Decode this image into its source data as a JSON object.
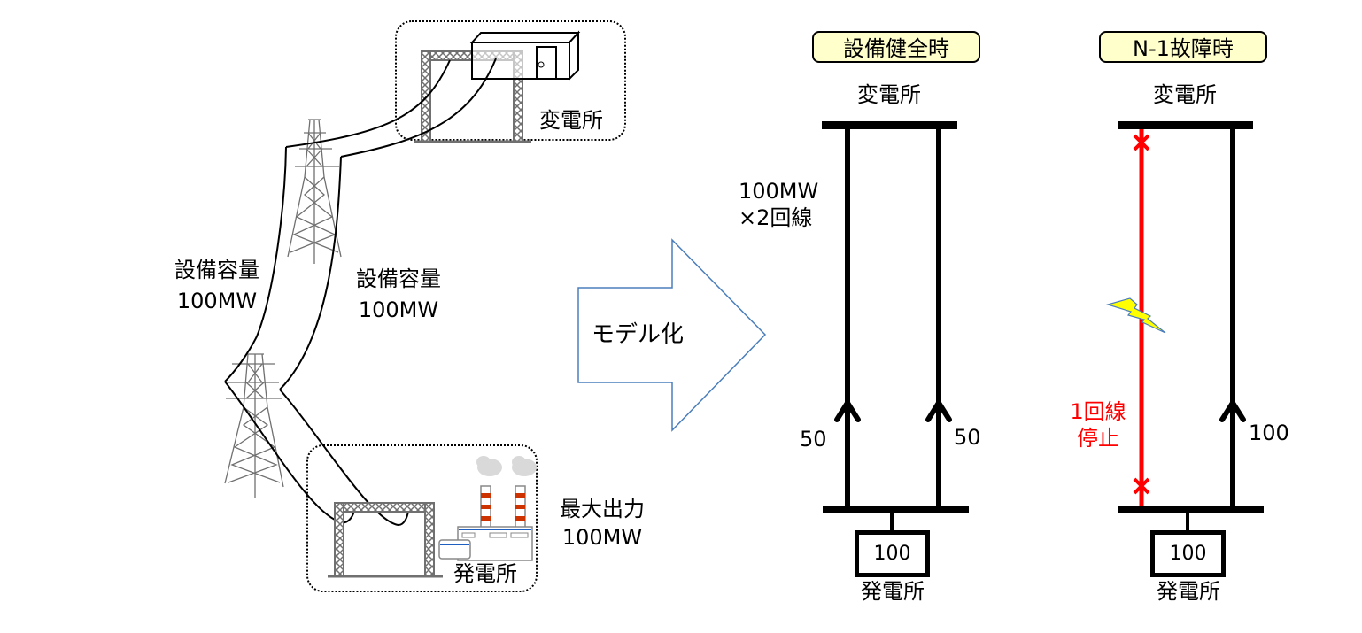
{
  "left_scene": {
    "substation_label": "変電所",
    "power_plant_label": "発電所",
    "line_a_label": [
      "設備容量",
      "100MW"
    ],
    "line_b_label": [
      "設備容量",
      "100MW"
    ],
    "plant_output_label": [
      "最大出力",
      "100MW"
    ]
  },
  "arrow": {
    "label": "モデル化",
    "color": "#4a7ebb"
  },
  "panels": [
    {
      "title": "設備健全時",
      "top_node": "変電所",
      "bottom_node": "発電所",
      "generator_value": "100",
      "capacity_label": [
        "100MW",
        "×2回線"
      ],
      "lines": [
        {
          "status": "in-service",
          "flow": "50",
          "color": "#000000"
        },
        {
          "status": "in-service",
          "flow": "50",
          "color": "#000000"
        }
      ]
    },
    {
      "title": "N-1故障時",
      "top_node": "変電所",
      "bottom_node": "発電所",
      "generator_value": "100",
      "outage_label": [
        "1回線",
        "停止"
      ],
      "lines": [
        {
          "status": "outage",
          "flow": "",
          "color": "#ff0000"
        },
        {
          "status": "in-service",
          "flow": "100",
          "color": "#000000"
        }
      ]
    }
  ],
  "colors": {
    "tag_background": "#ffffcc",
    "fault_red": "#ff0000",
    "lightning_yellow": "#ffff00",
    "tower_gray": "#707070",
    "chimney_stripe": "#cc3300",
    "factory_blue": "#1f5fbf"
  }
}
